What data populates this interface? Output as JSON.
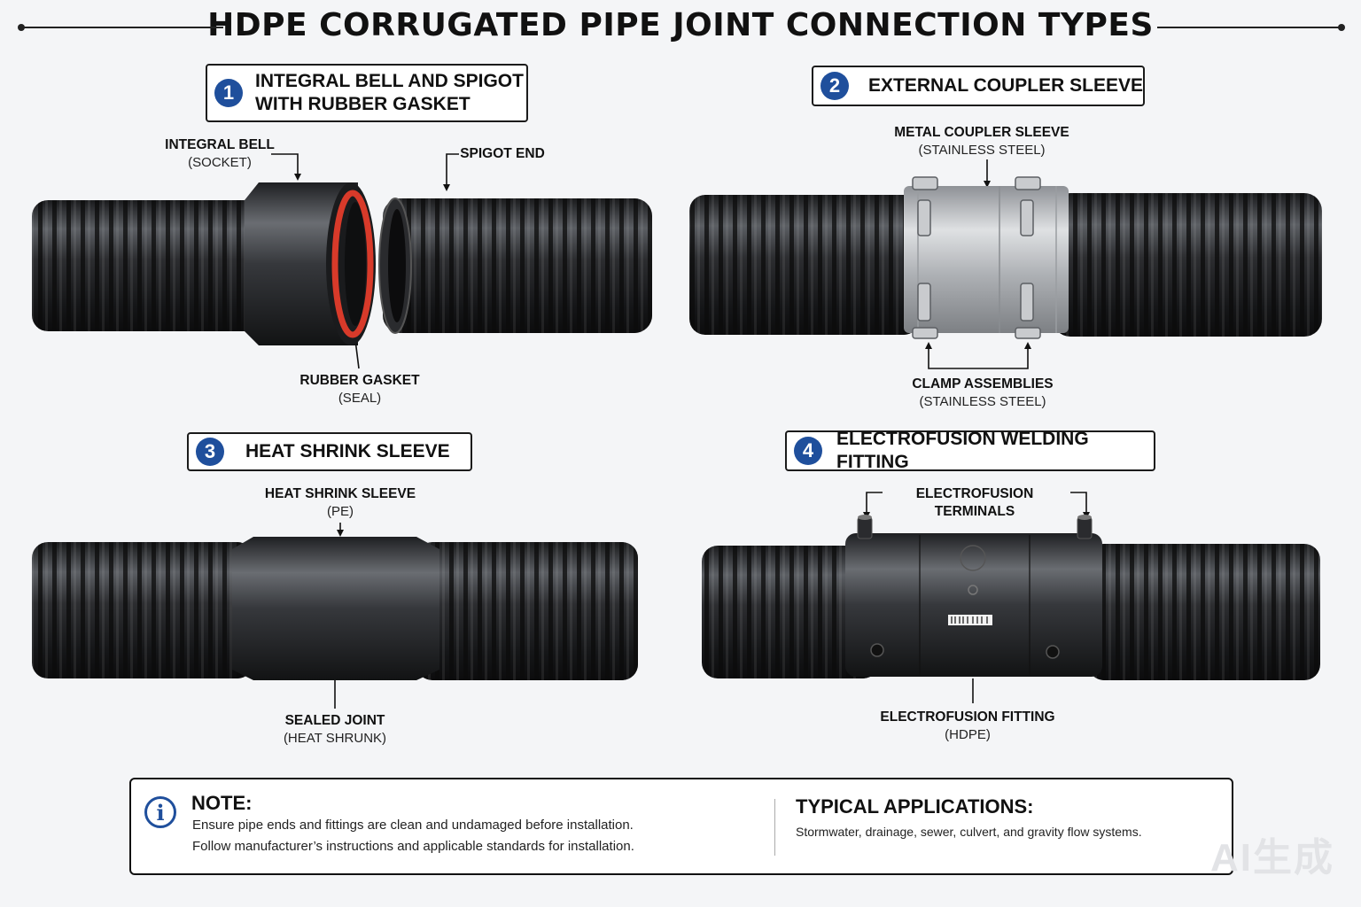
{
  "title": "HDPE CORRUGATED PIPE JOINT CONNECTION TYPES",
  "colors": {
    "accent": "#1f4f9c",
    "pipe": "#2a2b2e",
    "gasket": "#d83a2a",
    "steel": "#b9bcc0"
  },
  "sections": [
    {
      "number": "1",
      "heading_line1": "INTEGRAL BELL AND SPIGOT",
      "heading_line2": "WITH RUBBER GASKET",
      "labels": {
        "bell_main": "INTEGRAL BELL",
        "bell_sub": "(SOCKET)",
        "spigot_main": "SPIGOT END",
        "gasket_main": "RUBBER GASKET",
        "gasket_sub": "(SEAL)"
      }
    },
    {
      "number": "2",
      "heading_line1": "EXTERNAL COUPLER SLEEVE",
      "labels": {
        "sleeve_main": "METAL COUPLER SLEEVE",
        "sleeve_sub": "(STAINLESS STEEL)",
        "clamp_main": "CLAMP ASSEMBLIES",
        "clamp_sub": "(STAINLESS STEEL)"
      }
    },
    {
      "number": "3",
      "heading_line1": "HEAT SHRINK SLEEVE",
      "labels": {
        "sleeve_main": "HEAT SHRINK SLEEVE",
        "sleeve_sub": "(PE)",
        "joint_main": "SEALED JOINT",
        "joint_sub": "(HEAT SHRUNK)"
      }
    },
    {
      "number": "4",
      "heading_line1": "ELECTROFUSION WELDING FITTING",
      "labels": {
        "terminals_main": "ELECTROFUSION TERMINALS",
        "fitting_main": "ELECTROFUSION FITTING",
        "fitting_sub": "(HDPE)"
      }
    }
  ],
  "note": {
    "icon": "info-icon",
    "title": "NOTE:",
    "line1": "Ensure pipe ends and fittings are clean and undamaged before installation.",
    "line2": "Follow manufacturer’s instructions and applicable standards for installation."
  },
  "applications": {
    "title": "TYPICAL APPLICATIONS:",
    "text": "Stormwater, drainage, sewer, culvert, and gravity flow systems."
  },
  "watermark": "AI生成"
}
